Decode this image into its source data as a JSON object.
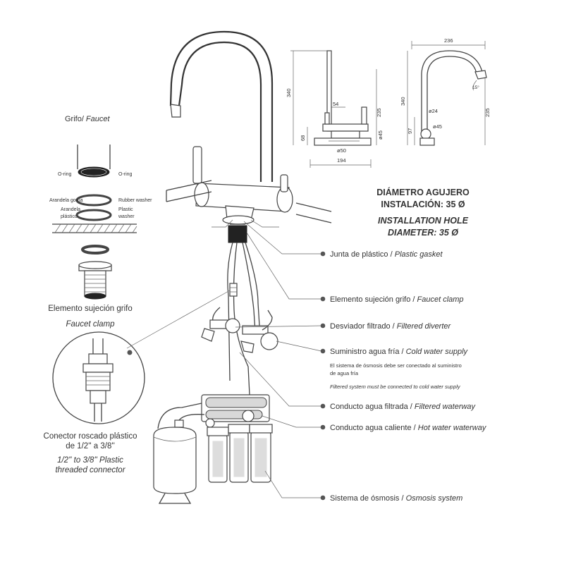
{
  "faucet_label": {
    "es": "Grifo/",
    "en": "Faucet"
  },
  "oring": {
    "left": "O-ring",
    "right": "O-ring"
  },
  "rubber_washer": {
    "es": "Arandela goma",
    "en": "Rubber washer"
  },
  "plastic_washer": {
    "es1": "Arandela",
    "es2": "plástico",
    "en1": "Plastic",
    "en2": "washer"
  },
  "clamp_left": {
    "es": "Elemento sujeción grifo",
    "en": "Faucet clamp"
  },
  "connector": {
    "es1": "Conector roscado plástico",
    "es2": "de 1/2'' a 3/8''",
    "en1": "1/2'' to 3/8'' Plastic",
    "en2": "threaded connector"
  },
  "hole": {
    "es1": "DIÁMETRO AGUJERO",
    "es2": "INSTALACIÓN: 35 Ø",
    "en1": "INSTALLATION HOLE",
    "en2": "DIAMETER: 35 Ø"
  },
  "callouts": {
    "gasket": {
      "es": "Junta de plástico / ",
      "en": "Plastic gasket"
    },
    "clamp": {
      "es": "Elemento sujeción grifo / ",
      "en": "Faucet clamp"
    },
    "diverter": {
      "es": "Desviador filtrado / ",
      "en": "Filtered diverter"
    },
    "cold": {
      "es": "Suministro agua fría / ",
      "en": "Cold water supply"
    },
    "cold_note_es1": "El sistema de ósmosis debe ser conectado al suministro",
    "cold_note_es2": "de agua fría",
    "cold_note_en": "Filtered system must be connected to cold water supply",
    "filtered": {
      "es": "Conducto agua filtrada / ",
      "en": "Filtered waterway"
    },
    "hot": {
      "es": "Conducto agua caliente / ",
      "en": "Hot water waterway"
    },
    "osmosis": {
      "es": "Sistema de ósmosis / ",
      "en": "Osmosis system"
    }
  },
  "dims_front": {
    "h340": "340",
    "h68": "68",
    "w54": "54",
    "h235": "235",
    "d45": "ø45",
    "d50": "ø50",
    "w194": "194"
  },
  "dims_side": {
    "w236": "236",
    "h340": "340",
    "d24": "ø24",
    "d45": "ø45",
    "h97": "97",
    "h235": "235",
    "angle": "15°"
  }
}
